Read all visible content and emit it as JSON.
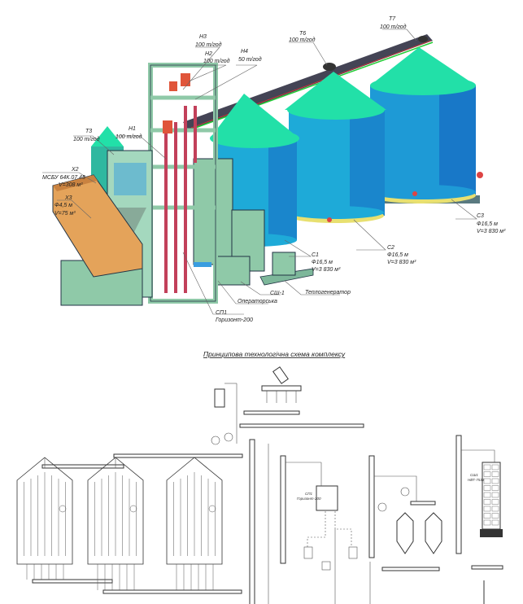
{
  "render_3d": {
    "labels": {
      "t7": {
        "name": "Т7",
        "cap": "100 т/год"
      },
      "t6": {
        "name": "Т6",
        "cap": "100 т/год"
      },
      "n3": {
        "name": "Н3",
        "cap": "100 т/год"
      },
      "n2": {
        "name": "Н2",
        "cap": "100 т/год"
      },
      "n4": {
        "name": "Н4",
        "cap": "50 т/год"
      },
      "n1": {
        "name": "Н1",
        "cap": "100 т/год"
      },
      "t3": {
        "name": "Т3",
        "cap": "100 т/год"
      },
      "x2": {
        "name": "Х2",
        "line1": "МСБУ 64К.07.45",
        "line2": "V=308 м³"
      },
      "x3": {
        "name": "Х3",
        "line1": "Ф4,5 м",
        "line2": "V=75 м³"
      },
      "c1": {
        "name": "С1",
        "line1": "Ф16,5 м",
        "line2": "V=3 830 м³"
      },
      "c2": {
        "name": "С2",
        "line1": "Ф16,5 м",
        "line2": "V=3 830 м³"
      },
      "c3": {
        "name": "С3",
        "line1": "Ф16,5 м",
        "line2": "V=3 830 м³"
      },
      "sh1": {
        "name": "СШ-1"
      },
      "heat": {
        "name": "Теплогенератор"
      },
      "oper": {
        "name": "Операторська"
      },
      "sp1": {
        "name": "СП1",
        "line1": "Горизонт-200"
      }
    },
    "colors": {
      "silo_body": "#1e9ad6",
      "silo_roof": "#22e0a8",
      "frame": "#8fc9a8",
      "roof_orange": "#e4a35a",
      "motor": "#e0553a"
    }
  },
  "schematic": {
    "title": "Принципова технологічна схема комплексу",
    "labels": {
      "sp1": {
        "name": "СП1",
        "line1": "Горизонт-200"
      },
      "sh1": {
        "name": "СШ1",
        "line1": "НВТ-7531"
      }
    }
  }
}
